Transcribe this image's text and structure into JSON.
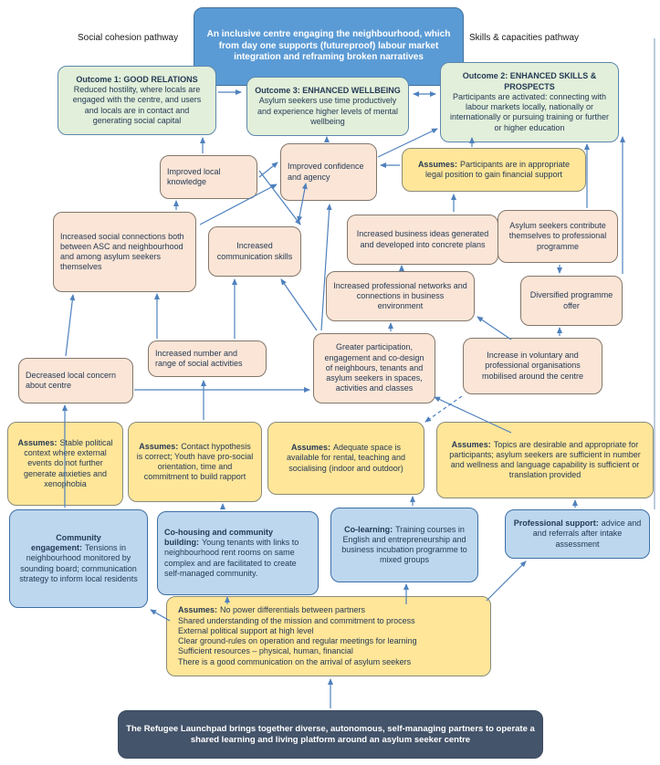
{
  "pathway_labels": {
    "left": "Social cohesion pathway",
    "right": "Skills & capacities pathway"
  },
  "nodes": {
    "goal": {
      "text": "An inclusive centre engaging the neighbourhood, which from day one supports (futureproof) labour market integration and reframing broken narratives"
    },
    "outcome1": {
      "title": "Outcome 1: GOOD RELATIONS",
      "body": "Reduced hostility, where locals are engaged with the centre, and users and locals are in contact and generating social capital"
    },
    "outcome3": {
      "title": "Outcome 3: ENHANCED WELLBEING",
      "body": "Asylum seekers use time productively and experience higher levels of mental wellbeing"
    },
    "outcome2": {
      "title": "Outcome 2: ENHANCED SKILLS & PROSPECTS",
      "body": "Participants are activated: connecting with labour markets locally, nationally or internationally or pursuing training or further or higher education"
    },
    "improved_local_knowledge": {
      "text": "Improved local knowledge"
    },
    "improved_confidence": {
      "text": "Improved confidence and agency"
    },
    "assumes_legal": {
      "prefix": "Assumes:",
      "rest": "Participants are in appropriate legal position to gain financial support"
    },
    "increased_social_connections": {
      "text": "Increased social connections both between ASC and neighbourhood and among asylum seekers themselves"
    },
    "increased_communication": {
      "text": "Increased communication skills"
    },
    "business_ideas": {
      "text": "Increased business ideas generated and developed into concrete plans"
    },
    "asylum_contribute": {
      "text": "Asylum seekers contribute themselves to professional programme"
    },
    "professional_networks": {
      "text": "Increased professional networks and connections in business environment"
    },
    "diversified_offer": {
      "text": "Diversified programme offer"
    },
    "social_activities": {
      "text": "Increased number and range of social activities"
    },
    "participation": {
      "text": "Greater participation, engagement and co-design of neighbours, tenants and asylum seekers in spaces, activities and classes"
    },
    "voluntary_orgs": {
      "text": "Increase in voluntary and professional organisations mobilised around the centre"
    },
    "local_concern": {
      "text": "Decreased local concern about centre"
    },
    "assumes_political": {
      "prefix": "Assumes:",
      "rest": "Stable political context where external events do not further generate anxieties and xenophobia"
    },
    "assumes_contact": {
      "prefix": "Assumes:",
      "rest": "Contact hypothesis is correct; Youth have pro-social orientation, time and commitment to build rapport"
    },
    "assumes_space": {
      "prefix": "Assumes:",
      "rest": "Adequate space is available for rental, teaching and socialising (indoor and outdoor)"
    },
    "assumes_topics": {
      "prefix": "Assumes:",
      "rest": "Topics are desirable and appropriate for participants; asylum seekers are sufficient in number and wellness and language capability is sufficient or translation provided"
    },
    "community_engagement": {
      "prefix": "Community engagement:",
      "rest": "Tensions in neighbourhood monitored by sounding board; communication strategy to inform local residents"
    },
    "cohousing": {
      "prefix": "Co-housing and community building:",
      "rest": "Young tenants with links to neighbourhood rent rooms on same complex and are facilitated to create self-managed community."
    },
    "colearning": {
      "prefix": "Co-learning:",
      "rest": "Training courses in English and entrepreneurship and business incubation programme to mixed groups"
    },
    "professional_support": {
      "prefix": "Professional support:",
      "rest": "advice and and referrals after intake assessment"
    },
    "assumes_partnership": {
      "prefix": "Assumes:",
      "lines": [
        "No power differentials between partners",
        "Shared understanding of the mission and commitment to process",
        "External political support at high level",
        "Clear ground-rules on operation and regular meetings for learning",
        "Sufficient resources – physical, human, financial",
        "There is a good communication on the arrival of asylum seekers"
      ]
    },
    "foundation": {
      "text": "The Refugee Launchpad brings together diverse, autonomous, self-managing partners to operate a shared learning and living platform around an asylum seeker centre"
    }
  },
  "colors": {
    "goal_fill": "#5B9BD5",
    "outcome_fill": "#E2EFDA",
    "intermediate_fill": "#FBE5D6",
    "assumption_fill": "#FFE699",
    "activity_fill": "#BDD7EE",
    "foundation_fill": "#44546A",
    "arrow": "#4F81BD"
  }
}
